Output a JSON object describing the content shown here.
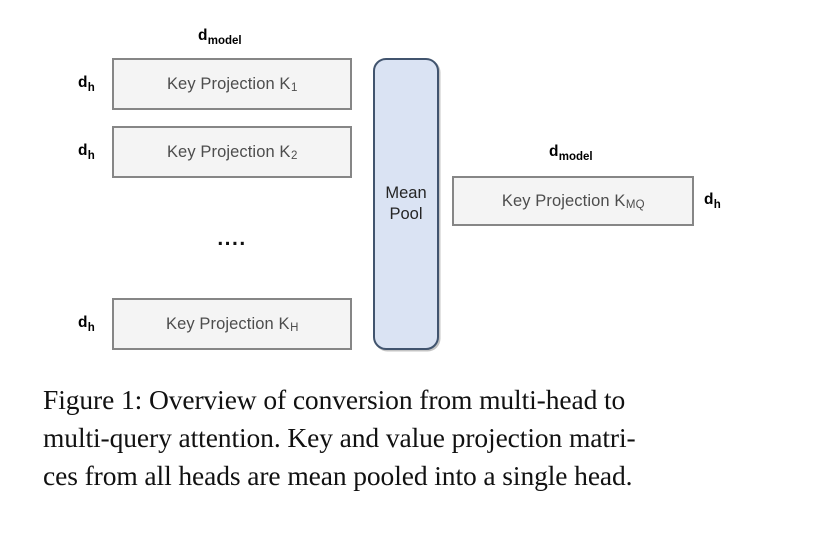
{
  "figure": {
    "id": "figure-1",
    "caption_lines": [
      "Figure 1: Overview of conversion from multi-head to",
      "multi-query attention. Key and value projection matri-",
      "ces from all heads are mean pooled into a single head."
    ],
    "caption_full": "Figure 1: Overview of conversion from multi-head to multi-query attention. Key and value projection matrices from all heads are mean pooled into a single head."
  },
  "diagram": {
    "multi_head": {
      "dim_top_label": "d",
      "dim_top_subscript": "model",
      "boxes": [
        {
          "text": "Key Projection K",
          "subscript": "1",
          "row_dim_label": "d",
          "row_dim_subscript": "h"
        },
        {
          "text": "Key Projection K",
          "subscript": "2",
          "row_dim_label": "d",
          "row_dim_subscript": "h"
        },
        {
          "text": "Key Projection K",
          "subscript": "H",
          "row_dim_label": "d",
          "row_dim_subscript": "h"
        }
      ],
      "ellipsis": "...."
    },
    "mean_pool": {
      "line1": "Mean",
      "line2": "Pool"
    },
    "multi_query": {
      "dim_top_label": "d",
      "dim_top_subscript": "model",
      "box": {
        "text": "Key Projection K",
        "subscript": "MQ"
      },
      "right_dim_label": "d",
      "right_dim_subscript": "h"
    }
  },
  "colors": {
    "page_background": "#ffffff",
    "proj_box_fill": "#f4f4f4",
    "proj_box_border": "#868686",
    "proj_box_text": "#4d4d4d",
    "mean_pool_fill": "#dae3f3",
    "mean_pool_border": "#41546e",
    "mean_pool_text": "#252525",
    "annotation_text": "#000000",
    "caption_text": "#111111"
  }
}
